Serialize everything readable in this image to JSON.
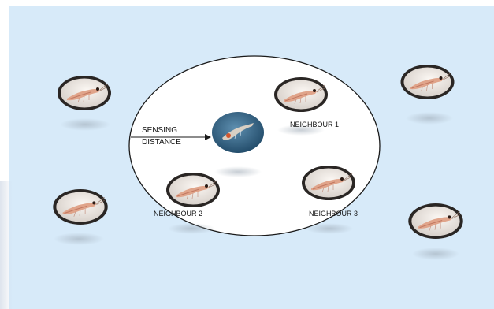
{
  "labels": {
    "sensing_line1": "SENSING",
    "sensing_line2": "DISTANCE",
    "neighbour_1": "NEIGHBOUR 1",
    "neighbour_2": "NEIGHBOUR 2",
    "neighbour_3": "NEIGHBOUR 3"
  },
  "icons": {
    "krill": "krill-photo-icon",
    "focal_krill": "focal-krill-photo-icon"
  },
  "colors": {
    "background": "#d7eaf9",
    "circle_fill": "#ffffff",
    "outline": "#1a1a1a"
  }
}
